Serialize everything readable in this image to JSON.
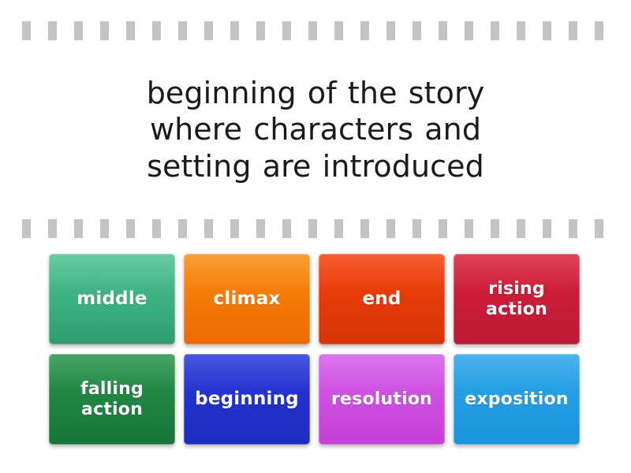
{
  "activity": {
    "type": "find-the-match",
    "prompt": {
      "text": "beginning of the story where characters and setting are introduced"
    },
    "separator": {
      "dash_count": 23,
      "color": "#c4c4c4"
    },
    "background_color": "#ffffff",
    "answer_tiles": [
      {
        "id": "tile-middle",
        "label": "middle",
        "row": 1,
        "column": 1,
        "color_top": "#4cc28f",
        "color_bottom": "#2f9e72"
      },
      {
        "id": "tile-climax",
        "label": "climax",
        "row": 1,
        "column": 2,
        "color_top": "#fb8b10",
        "color_bottom": "#ec6a00"
      },
      {
        "id": "tile-end",
        "label": "end",
        "row": 1,
        "column": 3,
        "color_top": "#f5400b",
        "color_bottom": "#d53407"
      },
      {
        "id": "tile-rising-action",
        "label": "rising action",
        "row": 1,
        "column": 4,
        "color_top": "#d81f38",
        "color_bottom": "#bd1a37"
      },
      {
        "id": "tile-falling-action",
        "label": "falling action",
        "row": 2,
        "column": 1,
        "color_top": "#269449",
        "color_bottom": "#177539"
      },
      {
        "id": "tile-beginning",
        "label": "beginning",
        "row": 2,
        "column": 2,
        "color_top": "#2837d9",
        "color_bottom": "#1e2cbf"
      },
      {
        "id": "tile-resolution",
        "label": "resolution",
        "row": 2,
        "column": 3,
        "color_top": "#d45ce9",
        "color_bottom": "#c740d8"
      },
      {
        "id": "tile-exposition",
        "label": "exposition",
        "row": 2,
        "column": 4,
        "color_top": "#2ca4e9",
        "color_bottom": "#1a95dd"
      }
    ]
  }
}
